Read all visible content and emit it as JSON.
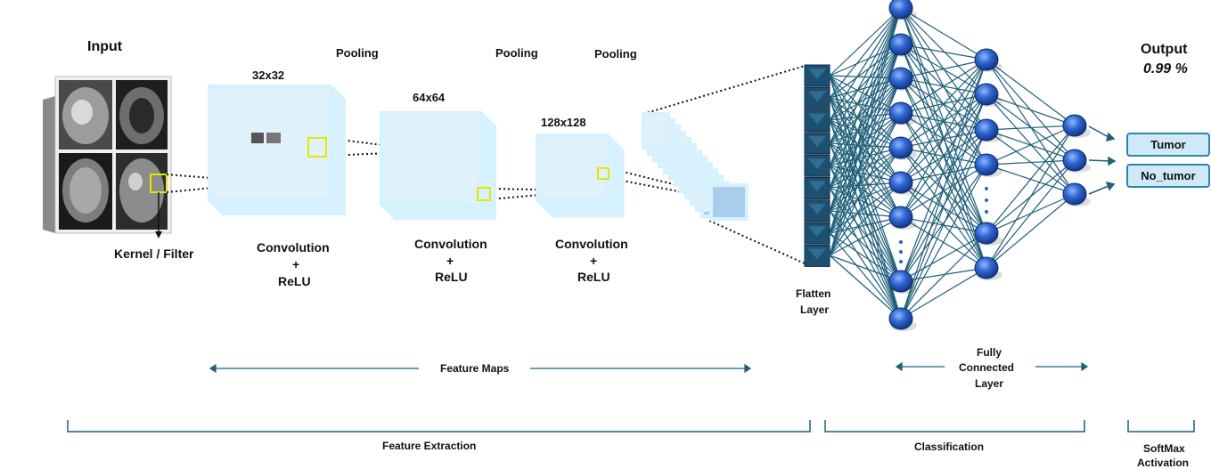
{
  "input": {
    "title": "Input",
    "kernel_label": "Kernel / Filter"
  },
  "conv_blocks": [
    {
      "size": "32x32",
      "label_line1": "Convolution",
      "label_plus": "+",
      "label_line2": "ReLU"
    },
    {
      "size": "64x64",
      "label_line1": "Convolution",
      "label_plus": "+",
      "label_line2": "ReLU"
    },
    {
      "size": "128x128",
      "label_line1": "Convolution",
      "label_plus": "+",
      "label_line2": "ReLU"
    }
  ],
  "pooling_labels": [
    "Pooling",
    "Pooling",
    "Pooling"
  ],
  "flatten": {
    "line1": "Flatten",
    "line2": "Layer"
  },
  "fully_connected": {
    "line1": "Fully",
    "line2": "Connected",
    "line3": "Layer"
  },
  "output": {
    "title": "Output",
    "probability": "0.99 %",
    "classes": [
      "Tumor",
      "No_tumor"
    ]
  },
  "feature_maps_label": "Feature Maps",
  "sections": {
    "feature_extraction": "Feature Extraction",
    "classification": "Classification",
    "softmax_line1": "SoftMax",
    "softmax_line2": "Activation"
  },
  "colors": {
    "network_line": "#1f5f7a",
    "node": "#2a64c8",
    "feature_map_fill": "#a9cdea",
    "feature_map_border": "#d6f1ff",
    "kernel": "#e6e600",
    "flatten_cell": "#1d4f70"
  }
}
